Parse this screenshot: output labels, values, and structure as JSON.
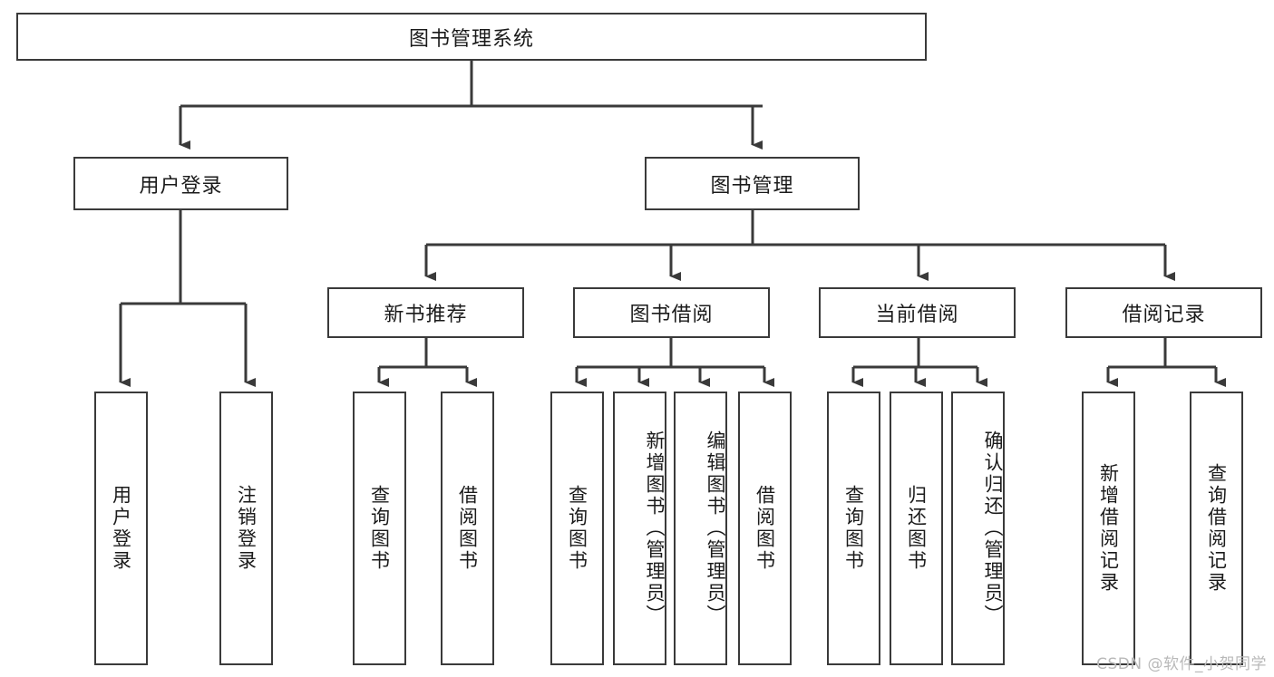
{
  "diagram": {
    "title": "图书管理系统",
    "type": "tree",
    "colors": {
      "line": "#3a3a3a",
      "box_border": "#3a3a3a",
      "box_fill": "#ffffff",
      "text": "#1b1b1b",
      "watermark": "#b9b9b9"
    },
    "root": {
      "label": "图书管理系统"
    },
    "level1": [
      {
        "label": "用户登录"
      },
      {
        "label": "图书管理"
      }
    ],
    "level2": [
      {
        "label": "新书推荐"
      },
      {
        "label": "图书借阅"
      },
      {
        "label": "当前借阅"
      },
      {
        "label": "借阅记录"
      }
    ],
    "leaves": [
      {
        "label": "用户登录",
        "parent": "用户登录"
      },
      {
        "label": "注销登录",
        "parent": "用户登录"
      },
      {
        "label": "查询图书",
        "parent": "新书推荐"
      },
      {
        "label": "借阅图书",
        "parent": "新书推荐"
      },
      {
        "label": "查询图书",
        "parent": "图书借阅"
      },
      {
        "label": "新增图书（管理员）",
        "parent": "图书借阅"
      },
      {
        "label": "编辑图书（管理员）",
        "parent": "图书借阅"
      },
      {
        "label": "借阅图书",
        "parent": "图书借阅"
      },
      {
        "label": "查询图书",
        "parent": "当前借阅"
      },
      {
        "label": "归还图书",
        "parent": "当前借阅"
      },
      {
        "label": "确认归还（管理员）",
        "parent": "当前借阅"
      },
      {
        "label": "新增借阅记录",
        "parent": "借阅记录"
      },
      {
        "label": "查询借阅记录",
        "parent": "借阅记录"
      }
    ],
    "watermark": "CSDN @软件_小贺同学"
  }
}
